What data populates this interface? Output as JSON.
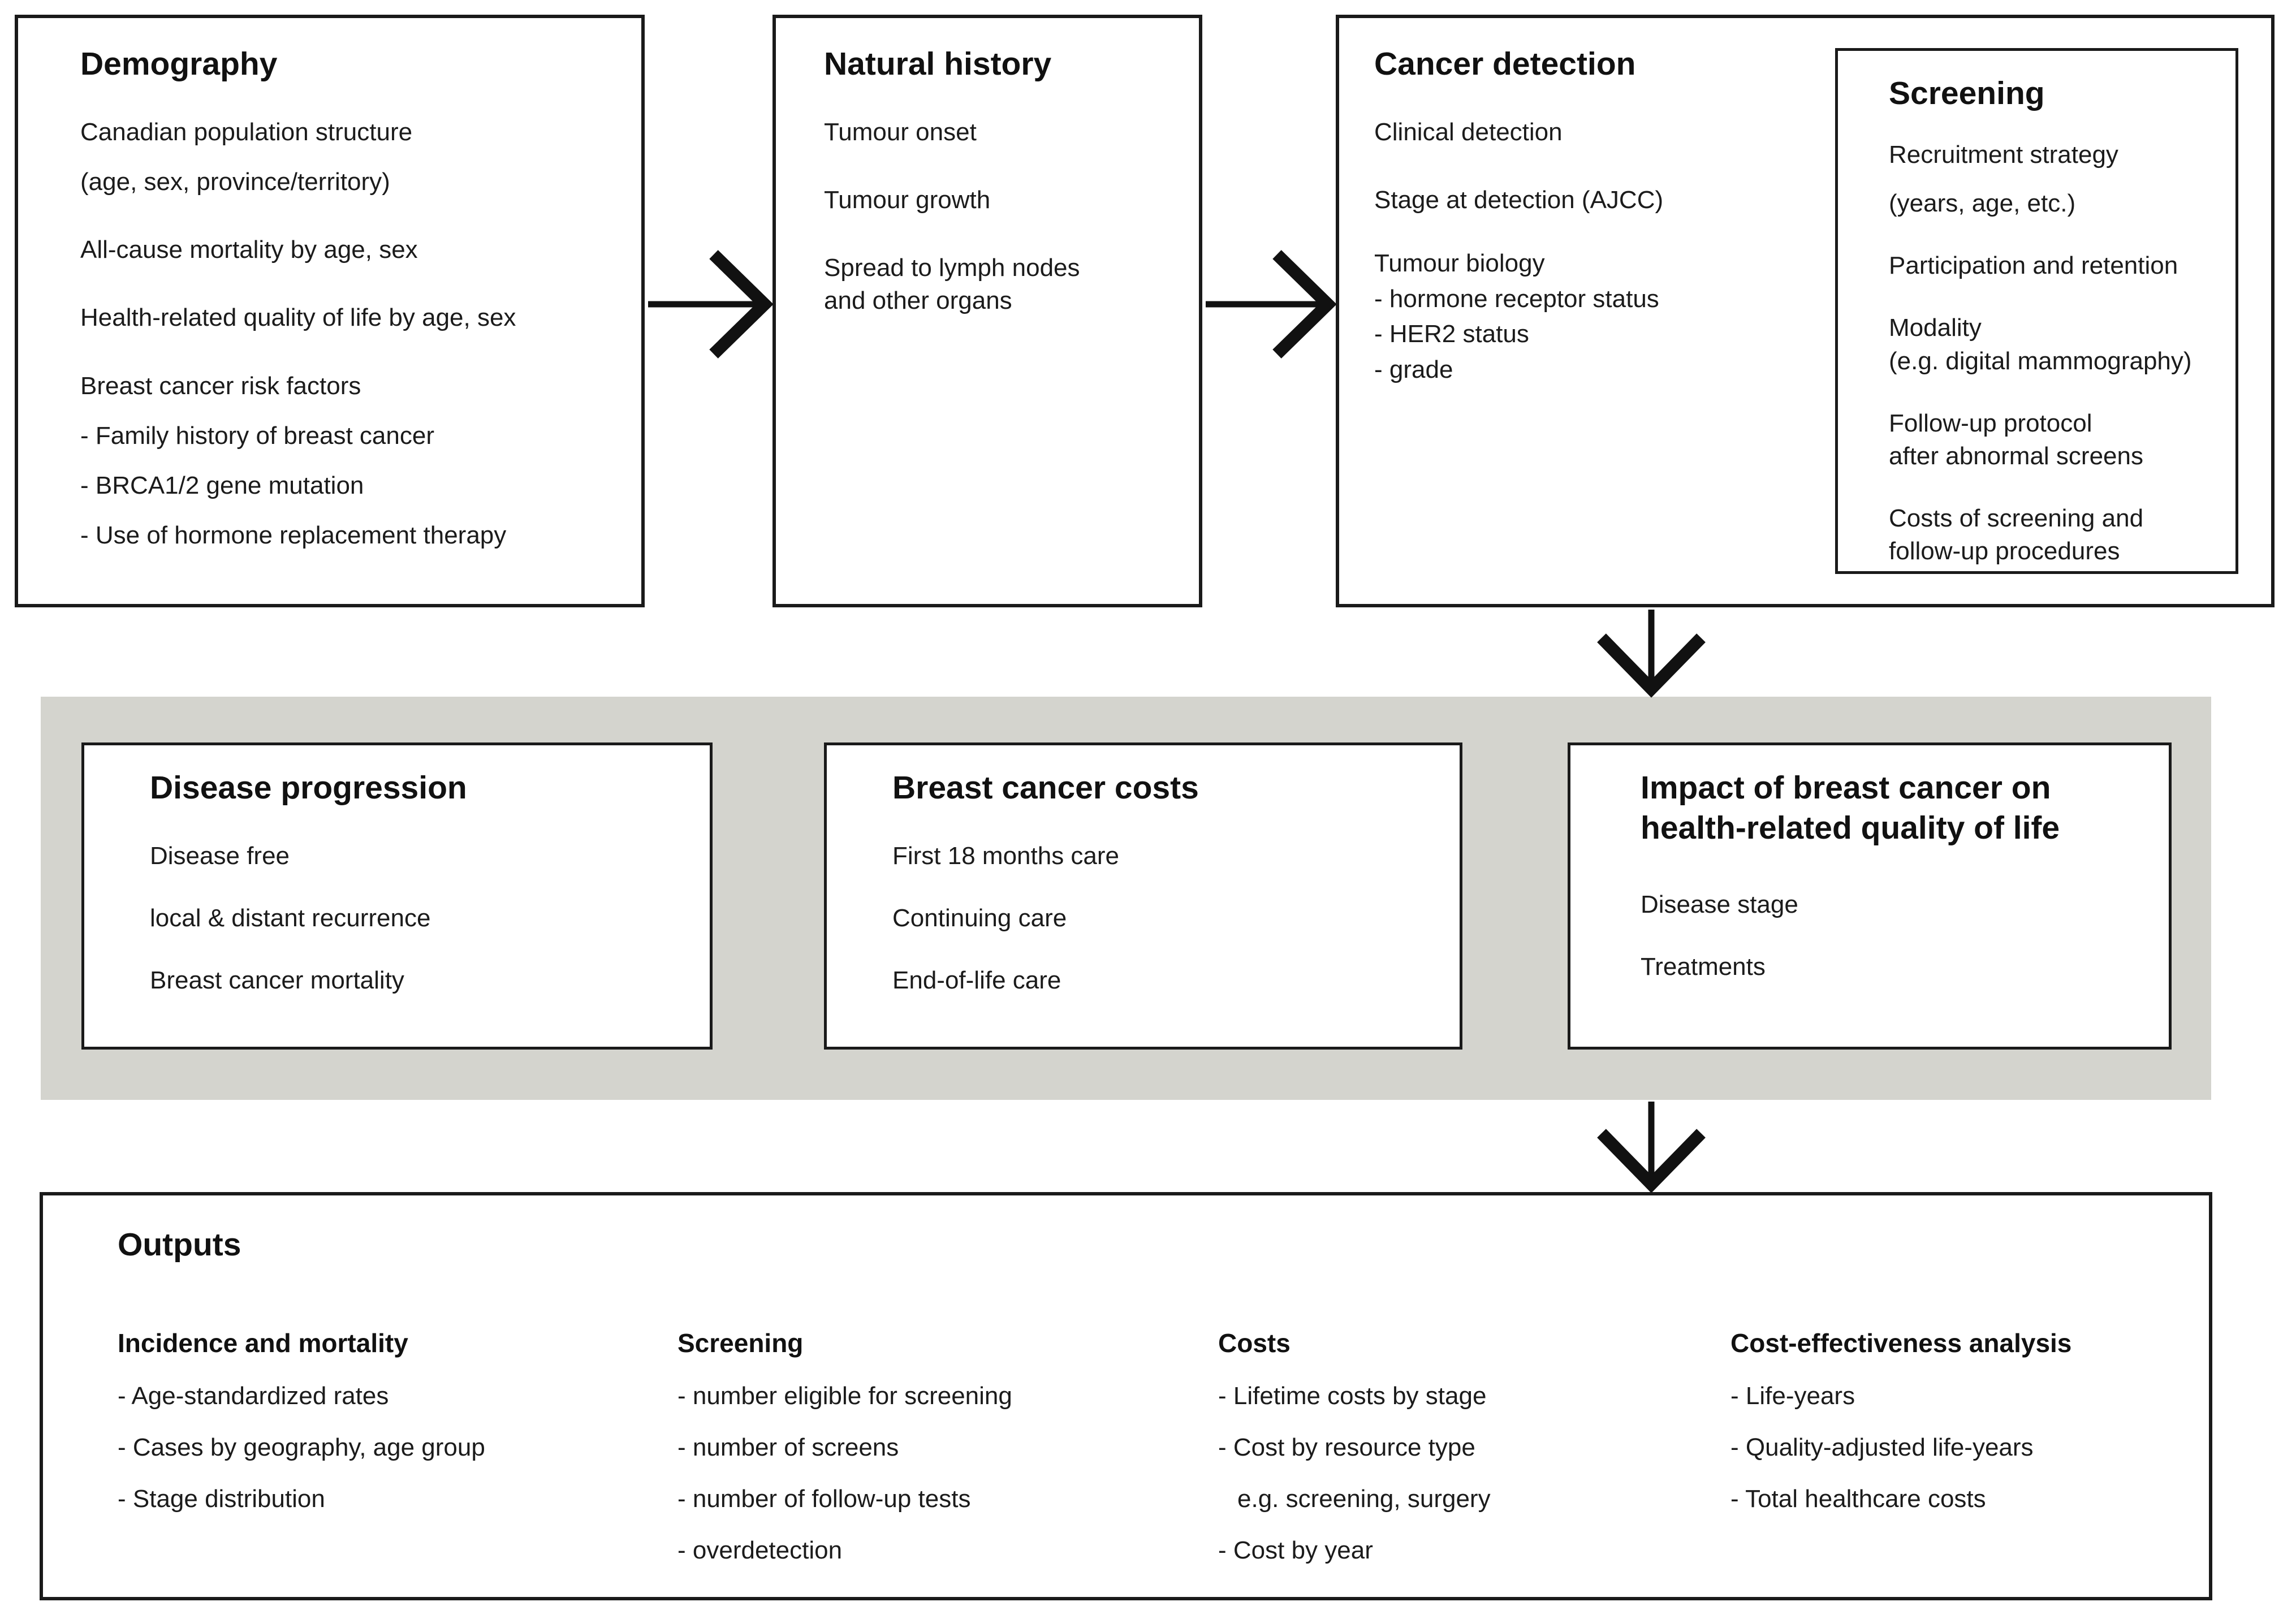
{
  "colors": {
    "background": "#ffffff",
    "band": "#d4d4ce",
    "border": "#1a1a1a",
    "text": "#1b1b1b"
  },
  "demography": {
    "title": "Demography",
    "items": [
      "Canadian population structure",
      "(age, sex, province/territory)",
      "All-cause mortality by age, sex",
      "Health-related quality of life by age, sex",
      "Breast cancer risk factors",
      "- Family history of breast cancer",
      "- BRCA1/2 gene mutation",
      "- Use of hormone replacement therapy"
    ]
  },
  "natural_history": {
    "title": "Natural history",
    "items": [
      "Tumour onset",
      "Tumour growth",
      "Spread to lymph nodes\nand other organs"
    ]
  },
  "cancer_detection": {
    "title": "Cancer detection",
    "items": [
      "Clinical detection",
      "Stage at detection (AJCC)",
      "Tumour biology\n- hormone receptor status\n- HER2 status\n- grade"
    ]
  },
  "screening": {
    "title": "Screening",
    "items": [
      "Recruitment strategy",
      "(years, age, etc.)",
      "Participation and retention",
      "Modality\n(e.g. digital mammography)",
      "Follow-up protocol\nafter abnormal screens",
      "Costs of screening and\nfollow-up procedures"
    ]
  },
  "disease_progression": {
    "title": "Disease progression",
    "items": [
      "Disease free",
      "local & distant recurrence",
      "Breast cancer mortality"
    ]
  },
  "breast_cancer_costs": {
    "title": "Breast cancer costs",
    "items": [
      "First 18 months care",
      "Continuing care",
      "End-of-life care"
    ]
  },
  "impact": {
    "title": "Impact of breast cancer on\nhealth-related quality of life",
    "items": [
      "Disease stage",
      "Treatments"
    ]
  },
  "outputs": {
    "title": "Outputs",
    "columns": [
      {
        "header": "Incidence and mortality",
        "items": [
          "- Age-standardized rates",
          "- Cases by geography, age group",
          "- Stage distribution"
        ]
      },
      {
        "header": "Screening",
        "items": [
          "- number eligible for screening",
          "- number of screens",
          "- number of follow-up tests",
          "- overdetection"
        ]
      },
      {
        "header": "Costs",
        "items": [
          "- Lifetime costs by stage",
          "- Cost by resource type",
          "e.g. screening, surgery",
          "- Cost by year"
        ]
      },
      {
        "header": "Cost-effectiveness analysis",
        "items": [
          "- Life-years",
          "- Quality-adjusted life-years",
          "- Total healthcare costs"
        ]
      }
    ]
  }
}
